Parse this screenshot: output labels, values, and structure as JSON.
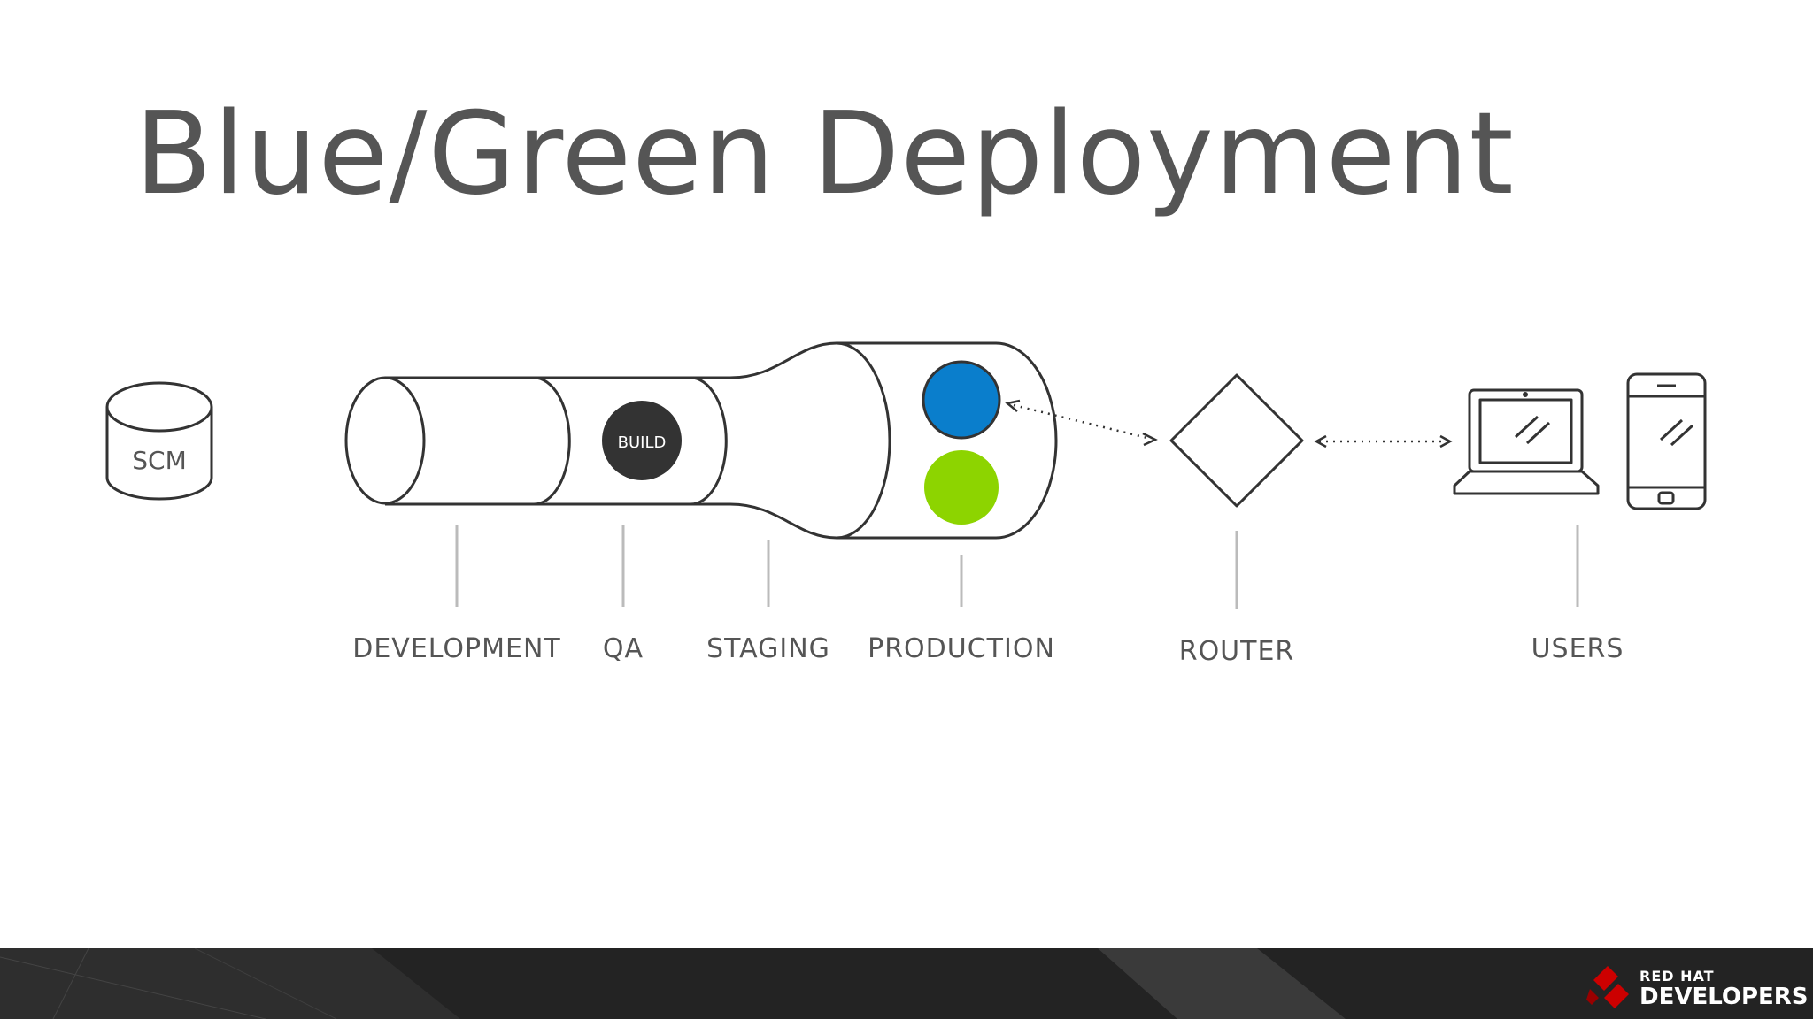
{
  "slide": {
    "title": "Blue/Green Deployment"
  },
  "diagram": {
    "scm_label": "SCM",
    "build_label": "BUILD",
    "stages": [
      {
        "label": "DEVELOPMENT"
      },
      {
        "label": "QA"
      },
      {
        "label": "STAGING"
      },
      {
        "label": "PRODUCTION"
      }
    ],
    "router_label": "ROUTER",
    "users_label": "USERS",
    "colors": {
      "blue_env": "#0a7ecc",
      "green_env": "#8dd400",
      "build": "#333333",
      "outline": "#333333",
      "divider": "#bbbbbb"
    }
  },
  "footer": {
    "brand_line1": "RED HAT",
    "brand_line2": "DEVELOPERS",
    "logo_color": "#cc0000"
  }
}
